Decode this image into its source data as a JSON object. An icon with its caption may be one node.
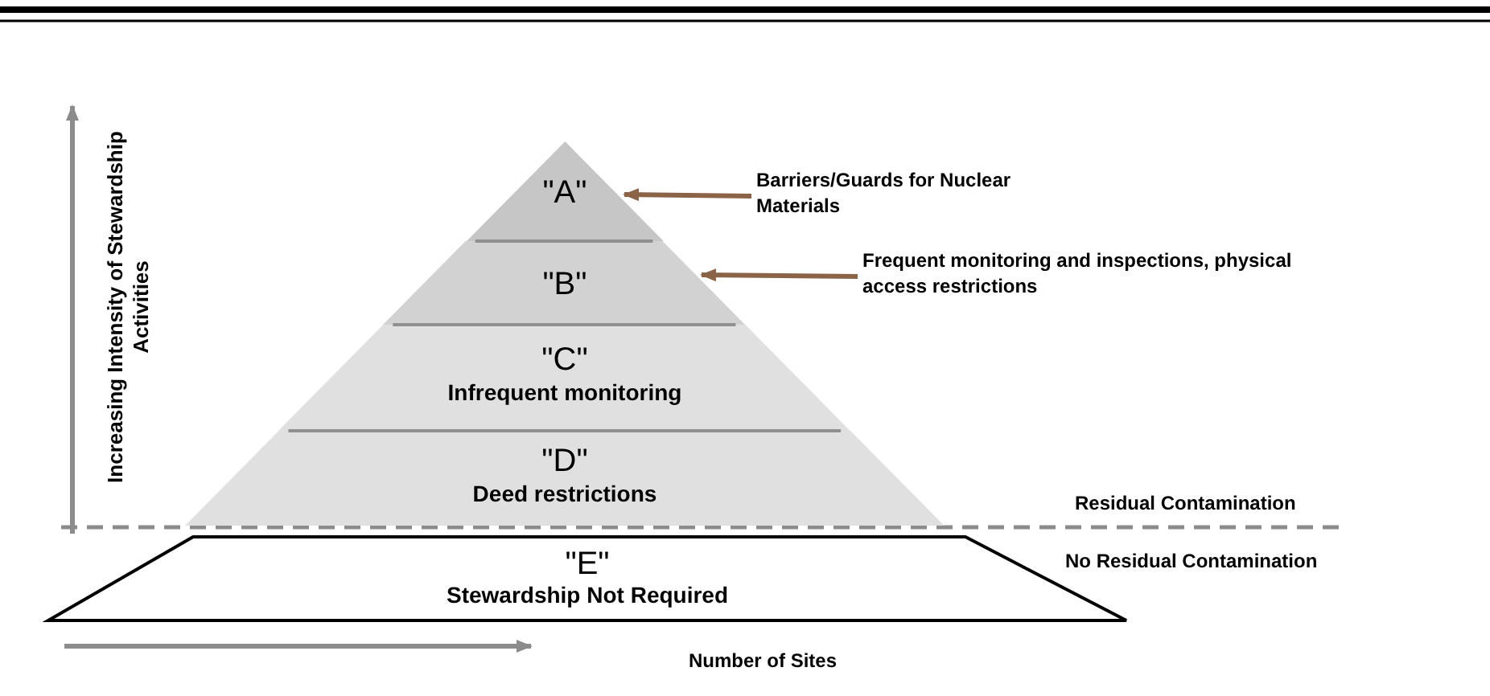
{
  "diagram": {
    "nodes": [
      {
        "text": [
          "\"A\""
        ]
      },
      {
        "text": [
          "\"B\""
        ]
      },
      {
        "text": [
          "\"C\"",
          "Infrequent monitoring"
        ]
      },
      {
        "text": [
          "\"D\"",
          "Deed restrictions"
        ]
      },
      {
        "text": [
          "\"E\"",
          "Stewardship Not Required"
        ]
      },
      {
        "text": [
          "Barriers/Guards for Nuclear Materials"
        ]
      },
      {
        "text": [
          "Frequent monitoring and inspections, physical access restrictions"
        ]
      }
    ],
    "edges": [
      {
        "from": 5,
        "to": 0,
        "arrow": "to"
      },
      {
        "from": 6,
        "to": 1,
        "arrow": "to"
      }
    ],
    "labels": [
      "Increasing Intensity of Stewardship Activities",
      "Residual Contamination",
      "No Residual Contamination",
      "Number of Sites"
    ]
  }
}
